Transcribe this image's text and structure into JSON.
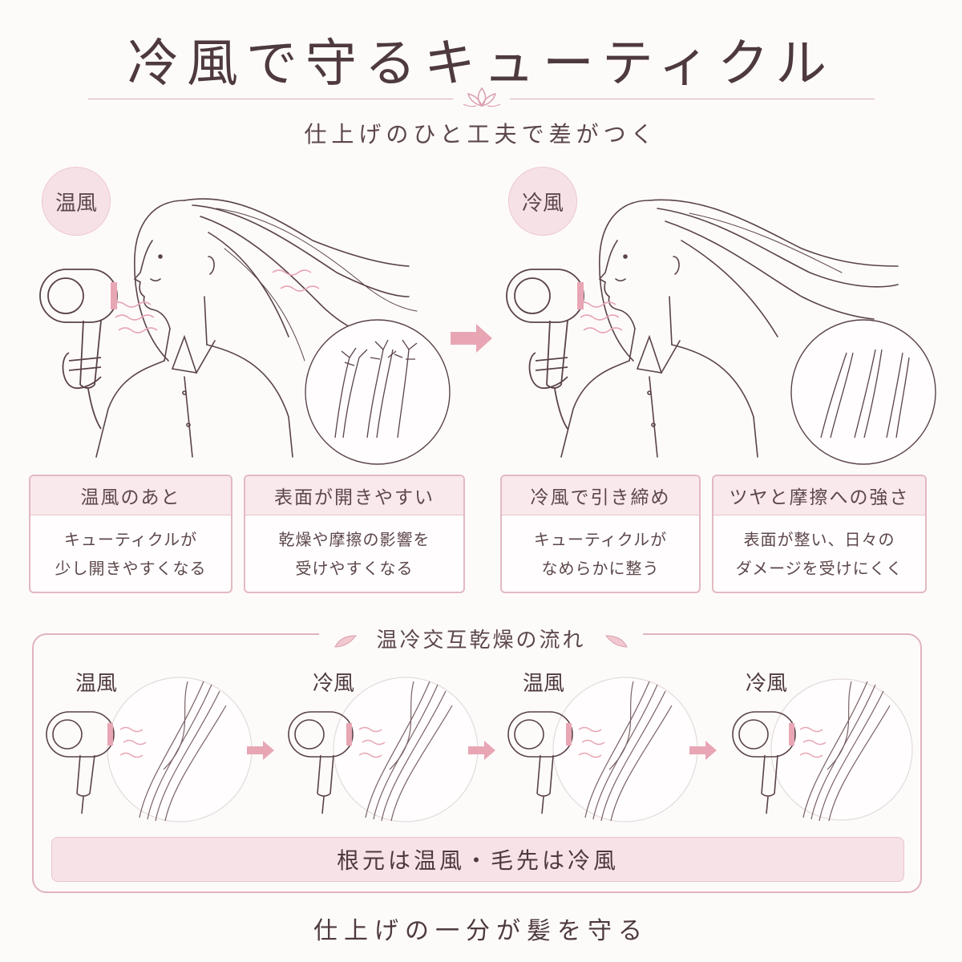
{
  "header": {
    "title": "冷風で守るキューティクル",
    "subtitle": "仕上げのひと工夫で差がつく"
  },
  "comparison": {
    "warm_badge": "温風",
    "cool_badge": "冷風",
    "cards": [
      {
        "heading": "温風のあと",
        "line1": "キューティクルが",
        "line2": "少し開きやすくなる"
      },
      {
        "heading": "表面が開きやすい",
        "line1": "乾燥や摩擦の影響を",
        "line2": "受けやすくなる"
      },
      {
        "heading": "冷風で引き締め",
        "line1": "キューティクルが",
        "line2": "なめらかに整う"
      },
      {
        "heading": "ツヤと摩擦への強さ",
        "line1": "表面が整い、日々の",
        "line2": "ダメージを受けにくく"
      }
    ]
  },
  "flow": {
    "title": "温冷交互乾燥の流れ",
    "steps": [
      {
        "label": "温風"
      },
      {
        "label": "冷風"
      },
      {
        "label": "温風"
      },
      {
        "label": "冷風"
      }
    ],
    "tip": "根元は温風・毛先は冷風"
  },
  "footer": {
    "text": "仕上げの一分が髪を守る"
  },
  "colors": {
    "accent": "#e8a6b4",
    "line": "#5a4348",
    "soft_pink": "#f6e1e6"
  }
}
